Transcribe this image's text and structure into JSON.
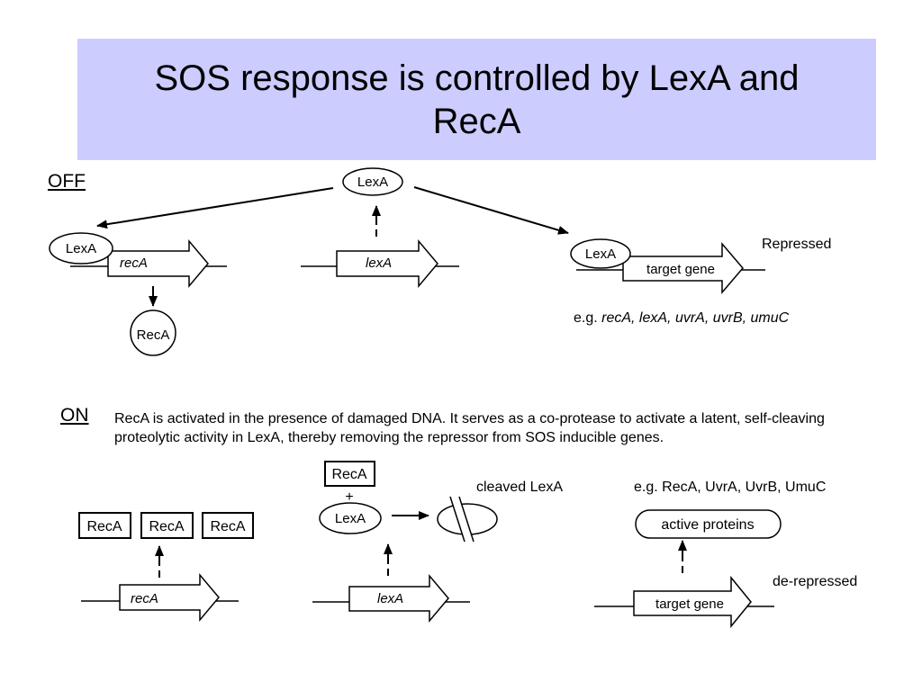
{
  "title": "SOS response is controlled by LexA and RecA",
  "sections": {
    "off_label": "OFF",
    "on_label": "ON"
  },
  "off": {
    "lexa_top": "LexA",
    "lexa_bound_reca": "LexA",
    "reca_gene": "recA",
    "reca_protein": "RecA",
    "lexa_gene": "lexA",
    "lexa_bound_target": "LexA",
    "target_gene": "target gene",
    "repressed": "Repressed",
    "example_prefix": "e.g. ",
    "example_genes": "recA, lexA, uvrA, uvrB, umuC"
  },
  "on": {
    "description": "RecA is activated in the presence of damaged DNA.   It serves as a co-protease to activate a latent, self-cleaving proteolytic activity in LexA, thereby removing the repressor from SOS inducible genes.",
    "reca_boxes": [
      "RecA",
      "RecA",
      "RecA"
    ],
    "reca_gene": "recA",
    "reca_complex": "RecA",
    "plus": "+",
    "lexa": "LexA",
    "cleaved": "cleaved LexA",
    "lexa_gene": "lexA",
    "example_proteins": "e.g. RecA, UvrA, UvrB, UmuC",
    "active_proteins": "active proteins",
    "target_gene": "target gene",
    "derepressed": "de-repressed"
  }
}
